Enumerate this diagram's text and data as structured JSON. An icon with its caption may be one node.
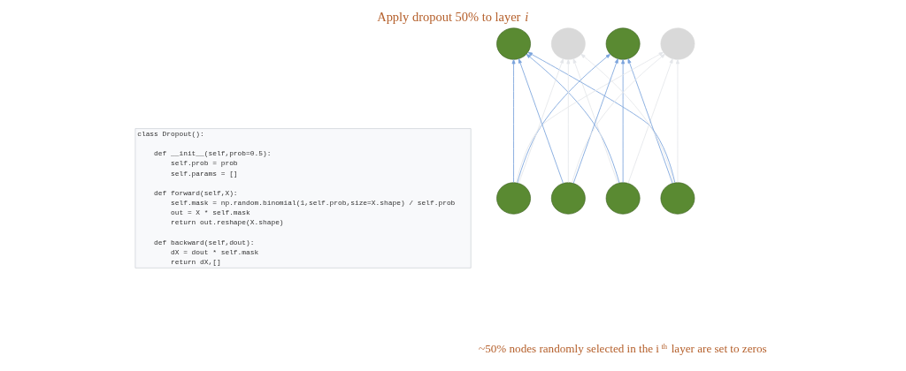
{
  "diagram": {
    "title": "Apply dropout 50% to layer *i*",
    "caption": "~50% nodes randomly selected in the i$^{th}$ layer are set to zeros",
    "nodes": [
      {
        "text": [],
        "shape": "circle"
      },
      {
        "text": [],
        "shape": "circle"
      },
      {
        "text": [],
        "shape": "circle"
      },
      {
        "text": [],
        "shape": "circle"
      },
      {
        "text": [],
        "shape": "circle"
      },
      {
        "text": [],
        "shape": "circle"
      },
      {
        "text": [],
        "shape": "circle"
      },
      {
        "text": [],
        "shape": "circle"
      }
    ],
    "edges": [
      {
        "from": 4,
        "to": 0,
        "arrow": "to"
      },
      {
        "from": 5,
        "to": 0,
        "arrow": "to"
      },
      {
        "from": 6,
        "to": 0,
        "arrow": "to"
      },
      {
        "from": 7,
        "to": 0,
        "arrow": "to"
      },
      {
        "from": 4,
        "to": 1,
        "arrow": "to",
        "color": "#e4e6ea"
      },
      {
        "from": 5,
        "to": 1,
        "arrow": "to",
        "color": "#e4e6ea"
      },
      {
        "from": 6,
        "to": 1,
        "arrow": "to",
        "color": "#e4e6ea"
      },
      {
        "from": 7,
        "to": 1,
        "arrow": "to",
        "color": "#e4e6ea"
      },
      {
        "from": 4,
        "to": 2,
        "arrow": "to"
      },
      {
        "from": 5,
        "to": 2,
        "arrow": "to"
      },
      {
        "from": 6,
        "to": 2,
        "arrow": "to"
      },
      {
        "from": 7,
        "to": 2,
        "arrow": "to"
      },
      {
        "from": 4,
        "to": 3,
        "arrow": "to",
        "color": "#e4e6ea"
      },
      {
        "from": 5,
        "to": 3,
        "arrow": "to",
        "color": "#e4e6ea"
      },
      {
        "from": 6,
        "to": 3,
        "arrow": "to",
        "color": "#e4e6ea"
      },
      {
        "from": 7,
        "to": 3,
        "arrow": "to",
        "color": "#e4e6ea"
      }
    ],
    "labels": [
      "class Dropout():",
      "def __init__(self,prob=0.5):",
      "self.prob = prob",
      "self.params = []",
      "def forward(self,X):",
      "self.mask = np.random.binomial(1,self.prob,size=X.shape) / self.prob",
      "out = X * self.mask",
      "return out.reshape(X.shape)",
      "def backward(self,dout):",
      "dX = dout * self.mask",
      "return dX,[]"
    ]
  }
}
